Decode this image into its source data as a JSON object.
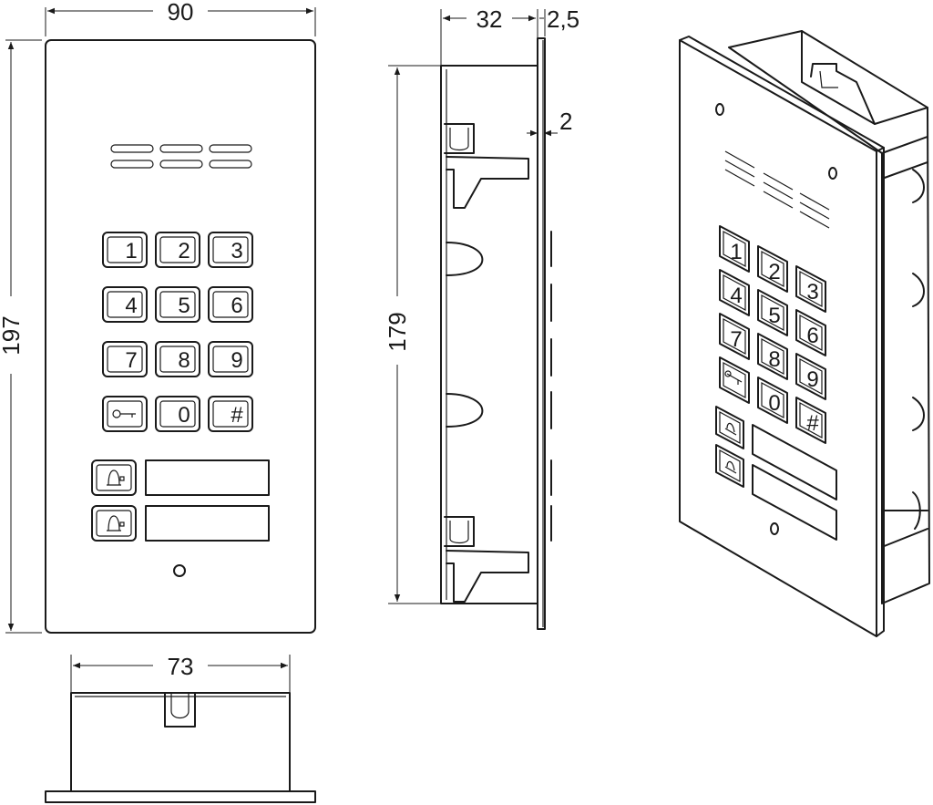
{
  "dimensions": {
    "front_width": "90",
    "front_height": "197",
    "box_width": "73",
    "side_depth": "32",
    "side_flange": "2,5",
    "side_lip": "2",
    "side_height": "179"
  },
  "keypad": {
    "keys": [
      "1",
      "2",
      "3",
      "4",
      "5",
      "6",
      "7",
      "8",
      "9",
      "",
      "0",
      "#"
    ]
  },
  "icons": {
    "key_left_bottom": "key-icon",
    "call_buttons": "bell-icon"
  }
}
